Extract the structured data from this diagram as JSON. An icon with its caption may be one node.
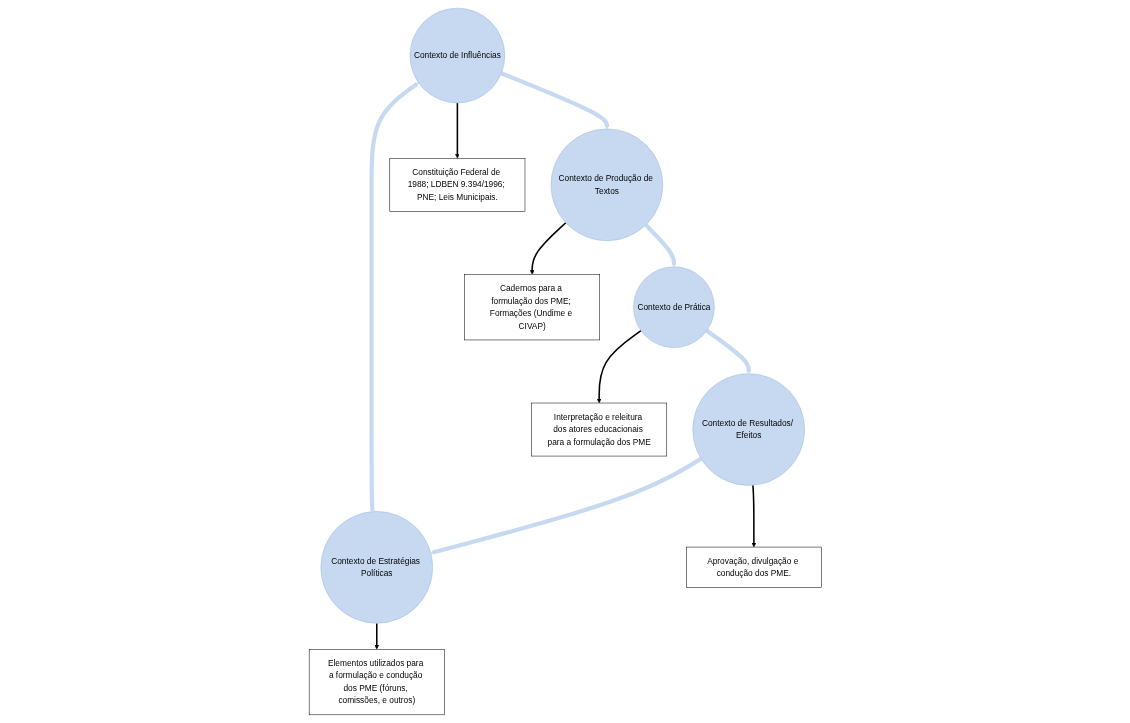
{
  "diagram": {
    "nodes": [
      {
        "text": [
          "Contexto de Influências"
        ]
      },
      {
        "text": [
          "Contexto de Produção de Textos"
        ]
      },
      {
        "text": [
          "Contexto de Prática"
        ]
      },
      {
        "text": [
          "Contexto de Resultados/ Efeitos"
        ]
      },
      {
        "text": [
          "Contexto de Estratégias Políticas"
        ]
      },
      {
        "text": [
          "Constituição Federal de 1988; LDBEN 9.394/1996; PNE; Leis Municipais."
        ]
      },
      {
        "text": [
          "Cadernos para a formulação dos PME; Formações (Undime e CIVAP)"
        ]
      },
      {
        "text": [
          "Interpretação e releitura dos atores educacionais para a formulação dos PME"
        ]
      },
      {
        "text": [
          "Aprovação, divulgação e condução dos PME."
        ]
      },
      {
        "text": [
          "Elementos utilizados para a formulação e condução dos PME (fóruns, comissões, e outros)"
        ]
      }
    ],
    "edges": [
      {
        "from": 0,
        "to": 1,
        "arrow": "to",
        "style": "thick",
        "color": "#c6d9f1"
      },
      {
        "from": 1,
        "to": 2,
        "arrow": "to",
        "style": "thick",
        "color": "#c6d9f1"
      },
      {
        "from": 2,
        "to": 3,
        "arrow": "to",
        "style": "thick",
        "color": "#c6d9f1"
      },
      {
        "from": 3,
        "to": 4,
        "arrow": "to",
        "style": "thick",
        "color": "#c6d9f1"
      },
      {
        "from": 4,
        "to": 0,
        "arrow": "to",
        "style": "thick",
        "color": "#c6d9f1"
      },
      {
        "from": 0,
        "to": 5,
        "arrow": "to",
        "color": "#000000"
      },
      {
        "from": 1,
        "to": 6,
        "arrow": "to",
        "color": "#000000"
      },
      {
        "from": 2,
        "to": 7,
        "arrow": "to",
        "color": "#000000"
      },
      {
        "from": 3,
        "to": 8,
        "arrow": "to",
        "color": "#000000"
      },
      {
        "from": 4,
        "to": 9,
        "arrow": "to",
        "color": "#000000"
      }
    ]
  }
}
